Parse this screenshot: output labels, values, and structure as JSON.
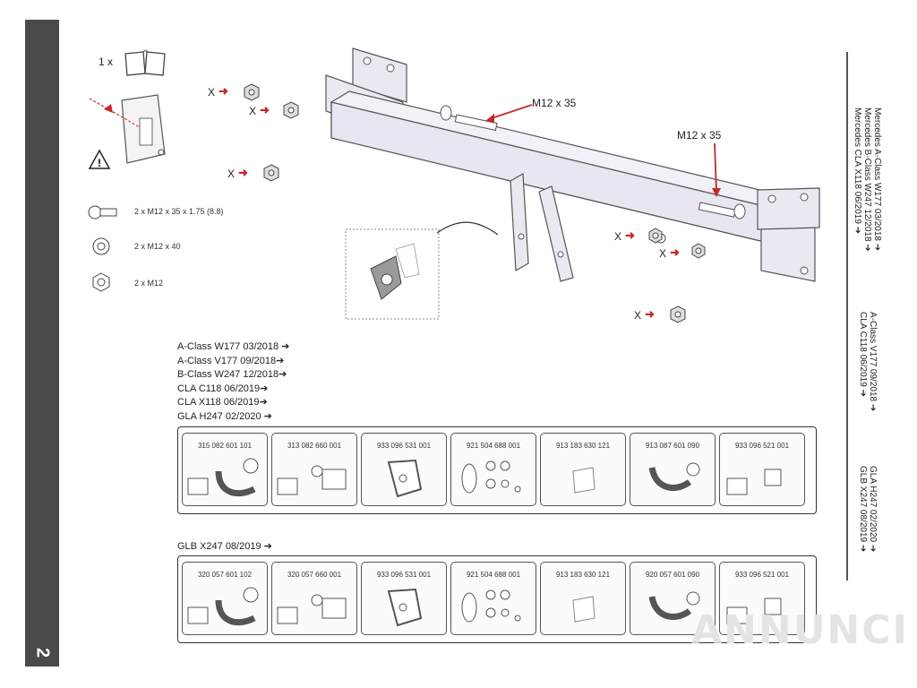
{
  "page_number": "2",
  "manual_count": "1 x",
  "screws": {
    "bolt": "2 x M12 x 35 x 1.75 (8.8)",
    "washer": "2 x M12 x 40",
    "nut": "2 x M12"
  },
  "labels": {
    "x1": "X",
    "x2": "X",
    "x3": "X",
    "x4": "X",
    "x5": "X",
    "x6": "X",
    "bolt_top": "M12 x 35",
    "bolt_right": "M12 x 35"
  },
  "models": [
    "A-Class W177 03/2018 ➔",
    "A-Class  V177   09/2018➔",
    "B-Class W247 12/2018➔",
    "CLA  C118  06/2019➔",
    "CLA  X118  06/2019➔",
    "GLA  H247 02/2020 ➔"
  ],
  "kit1_parts": [
    "315 082 601 101",
    "313 082 660 001",
    "933 096 531 001",
    "921 504 688 001",
    "913 183 630 121",
    "913 087 601 090",
    "933 096 521 001"
  ],
  "glb_title": "GLB X247 08/2019 ➔",
  "kit2_parts": [
    "320 057 601 102",
    "320 057 660 001",
    "933 096 531 001",
    "921 504 688 001",
    "913 183 630 121",
    "920 057 601 090",
    "933 096 521 001"
  ],
  "vertical_text": {
    "col1": [
      "Mercedes A-Class W177 03/2018 ➔",
      "Mercedes B-Class W247 12/2018 ➔",
      "Mercedes CLA X118 06/2019 ➔"
    ],
    "col2": [
      "A-Class  V177  09/2018 ➔",
      "CLA  C118  06/2019 ➔"
    ],
    "col3": [
      "GLA H247 02/2020 ➔",
      "GLB X247 08/2019 ➔"
    ]
  },
  "watermark": "ANNUNCI"
}
